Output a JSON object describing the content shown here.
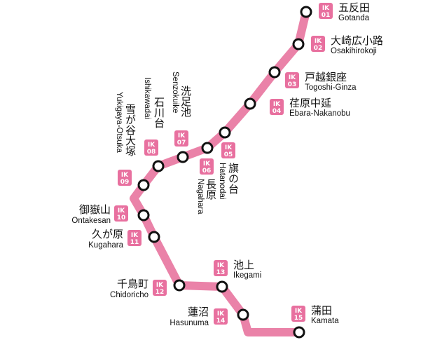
{
  "line": {
    "color": "#ea82a8",
    "badge_color": "#e8709f",
    "station_fill": "#ffffff",
    "station_stroke": "#111111"
  },
  "stations": [
    {
      "code": "IK",
      "num": "01",
      "ja": "五反田",
      "en": "Gotanda"
    },
    {
      "code": "IK",
      "num": "02",
      "ja": "大崎広小路",
      "en": "Osakihirokoji"
    },
    {
      "code": "IK",
      "num": "03",
      "ja": "戸越銀座",
      "en": "Togoshi-Ginza"
    },
    {
      "code": "IK",
      "num": "04",
      "ja": "荏原中延",
      "en": "Ebara-Nakanobu"
    },
    {
      "code": "IK",
      "num": "05",
      "ja": "旗の台",
      "en": "Hatanodai"
    },
    {
      "code": "IK",
      "num": "06",
      "ja": "長原",
      "en": "Nagahara"
    },
    {
      "code": "IK",
      "num": "07",
      "ja": "洗足池",
      "en": "Senzokuike"
    },
    {
      "code": "IK",
      "num": "08",
      "ja": "石川台",
      "en": "Ishikawadai"
    },
    {
      "code": "IK",
      "num": "09",
      "ja": "雪が谷大塚",
      "en": "Yukigaya-Otsuka"
    },
    {
      "code": "IK",
      "num": "10",
      "ja": "御嶽山",
      "en": "Ontakesan"
    },
    {
      "code": "IK",
      "num": "11",
      "ja": "久が原",
      "en": "Kugahara"
    },
    {
      "code": "IK",
      "num": "12",
      "ja": "千鳥町",
      "en": "Chidoricho"
    },
    {
      "code": "IK",
      "num": "13",
      "ja": "池上",
      "en": "Ikegami"
    },
    {
      "code": "IK",
      "num": "14",
      "ja": "蓮沼",
      "en": "Hasunuma"
    },
    {
      "code": "IK",
      "num": "15",
      "ja": "蒲田",
      "en": "Kamata"
    }
  ]
}
